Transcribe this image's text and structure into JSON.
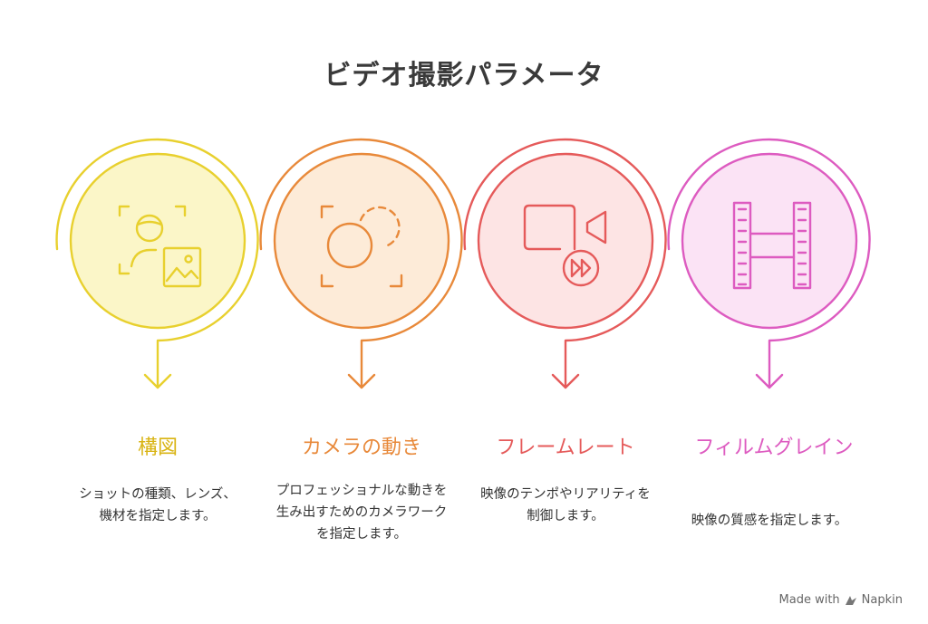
{
  "title": "ビデオ撮影パラメータ",
  "steps": [
    {
      "title": "構図",
      "description": "ショットの種類、レンズ、機材を指定します。",
      "icon": "framing-portrait-image-icon",
      "color": "#e8d02e",
      "fill": "#fbf6c8",
      "title_color": "#d9b414"
    },
    {
      "title": "カメラの動き",
      "description": "プロフェッショナルな動きを生み出すためのカメラワークを指定します。",
      "icon": "camera-motion-icon",
      "color": "#e8893a",
      "fill": "#fdebd8",
      "title_color": "#e8893a"
    },
    {
      "title": "フレームレート",
      "description": "映像のテンポやリアリティを制御します。",
      "icon": "video-fast-forward-icon",
      "color": "#e55a5a",
      "fill": "#fde4e4",
      "title_color": "#e55a5a"
    },
    {
      "title": "フィルムグレイン",
      "description": "映像の質感を指定します。",
      "icon": "film-strip-icon",
      "color": "#dd5bc0",
      "fill": "#fbe3f5",
      "title_color": "#dd5bc0"
    }
  ],
  "footer": {
    "made_with": "Made with",
    "brand": "Napkin"
  }
}
